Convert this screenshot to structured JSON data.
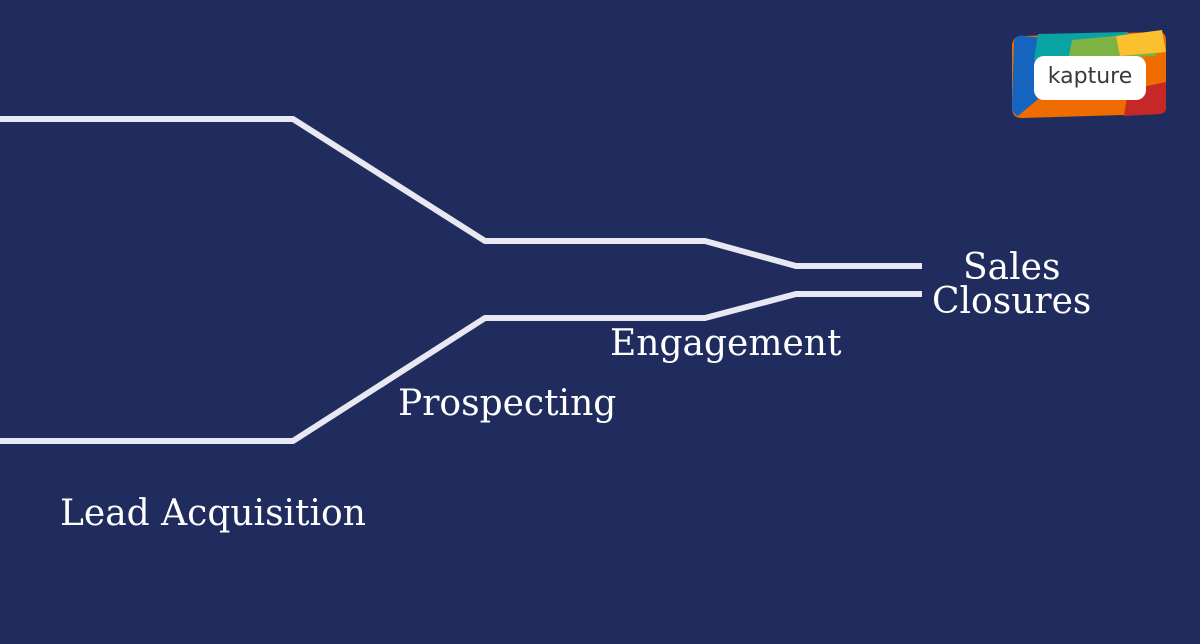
{
  "stages": [
    {
      "id": "lead",
      "label": "Lead Acquisition"
    },
    {
      "id": "prospecting",
      "label": "Prospecting"
    },
    {
      "id": "engagement",
      "label": "Engagement"
    },
    {
      "id": "sales",
      "label": "Sales"
    },
    {
      "id": "closures",
      "label": "Closures"
    }
  ],
  "logo": {
    "text": "kapture",
    "colors": [
      "#1565c0",
      "#0aa3a3",
      "#7cb342",
      "#fbc02d",
      "#ef6c00",
      "#c62828"
    ]
  },
  "colors": {
    "background": "#212c5e",
    "funnel_line": "#e8e8f2",
    "label": "#ffffff"
  }
}
